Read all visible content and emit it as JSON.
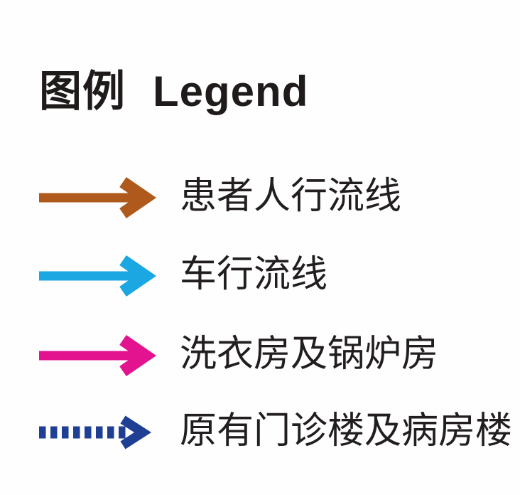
{
  "title": {
    "zh": "图例",
    "en": "Legend"
  },
  "legend": {
    "items": [
      {
        "label": "患者人行流线",
        "color": "#b0591c",
        "arrow_style": "solid"
      },
      {
        "label": "车行流线",
        "color": "#1ba7e1",
        "arrow_style": "solid"
      },
      {
        "label": "洗衣房及锅炉房",
        "color": "#e31390",
        "arrow_style": "solid"
      },
      {
        "label": "原有门诊楼及病房楼",
        "color": "#1e3f93",
        "arrow_style": "dashed"
      }
    ]
  },
  "colors": {
    "background": "#fefefe",
    "title_text": "#1f1b1a",
    "label_text": "#221e1f"
  }
}
